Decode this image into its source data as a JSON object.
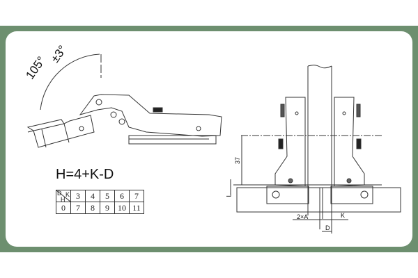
{
  "angle_label": {
    "main": "105°",
    "tolerance": "±3°"
  },
  "formula": "H=4+K-D",
  "table": {
    "corner": {
      "top_left": "D",
      "top_right": "K",
      "bottom": "H"
    },
    "k_values": [
      "3",
      "4",
      "5",
      "6",
      "7"
    ],
    "h_values": [
      "0",
      "7",
      "8",
      "9",
      "10",
      "11"
    ]
  },
  "dimensions": {
    "height": "37",
    "l": "L",
    "two_a": "2×A",
    "k": "K",
    "d": "D"
  },
  "colors": {
    "frame": "#6d8f6f",
    "line": "#333333"
  }
}
